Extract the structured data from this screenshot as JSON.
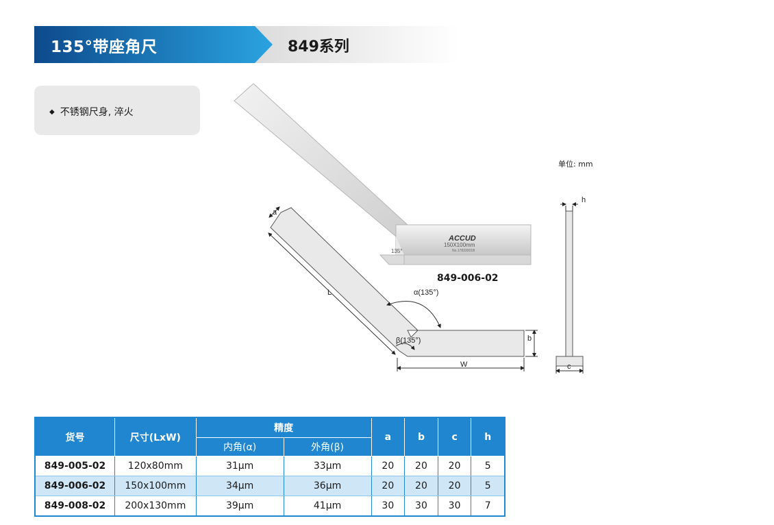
{
  "header": {
    "title": "135°带座角尺",
    "series": "849系列",
    "colors": {
      "banner_dark": "#0d4a8c",
      "banner_light": "#2aa3e0"
    }
  },
  "features": [
    {
      "text": "不锈钢尺身, 淬火"
    }
  ],
  "illustration": {
    "unit_label": "单位: mm",
    "model_caption": "849-006-02",
    "brand": "ACCUD",
    "blade_size_text": "150X100mm",
    "serial_text": "No.17833001B",
    "angle_mark": "135°",
    "dim_labels": {
      "a": "a",
      "L": "L",
      "alpha": "α(135°)",
      "beta": "β(135°)",
      "b": "b",
      "W": "W",
      "h": "h",
      "c": "c"
    }
  },
  "table": {
    "headers": {
      "item_no": "货号",
      "size": "尺寸(LxW)",
      "precision": "精度",
      "inner": "内角(α)",
      "outer": "外角(β)",
      "a": "a",
      "b": "b",
      "c": "c",
      "h": "h"
    },
    "rows": [
      {
        "item_no": "849-005-02",
        "size": "120x80mm",
        "inner": "31μm",
        "outer": "33μm",
        "a": "20",
        "b": "20",
        "c": "20",
        "h": "5"
      },
      {
        "item_no": "849-006-02",
        "size": "150x100mm",
        "inner": "34μm",
        "outer": "36μm",
        "a": "20",
        "b": "20",
        "c": "20",
        "h": "5"
      },
      {
        "item_no": "849-008-02",
        "size": "200x130mm",
        "inner": "39μm",
        "outer": "41μm",
        "a": "30",
        "b": "30",
        "c": "30",
        "h": "7"
      }
    ]
  }
}
